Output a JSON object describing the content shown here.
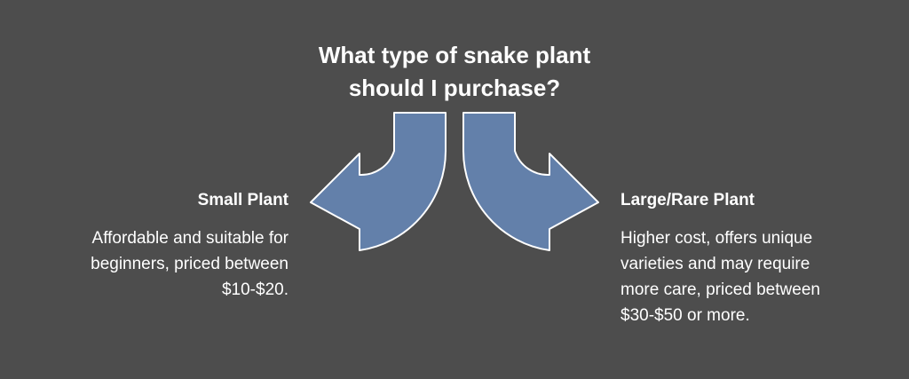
{
  "title": {
    "line1": "What type of snake plant",
    "line2": "should I purchase?"
  },
  "colors": {
    "background": "#4d4d4d",
    "arrow_fill": "#6380aa",
    "arrow_stroke": "#ffffff",
    "text": "#ffffff"
  },
  "options": [
    {
      "title": "Small Plant",
      "description_lines": [
        "Affordable and suitable for",
        "beginners, priced between",
        "$10-$20."
      ],
      "arrow_direction": "down-left"
    },
    {
      "title": "Large/Rare Plant",
      "description_lines": [
        "Higher cost, offers unique",
        "varieties and may require",
        "more care, priced between",
        "$30-$50 or more."
      ],
      "arrow_direction": "down-right"
    }
  ]
}
